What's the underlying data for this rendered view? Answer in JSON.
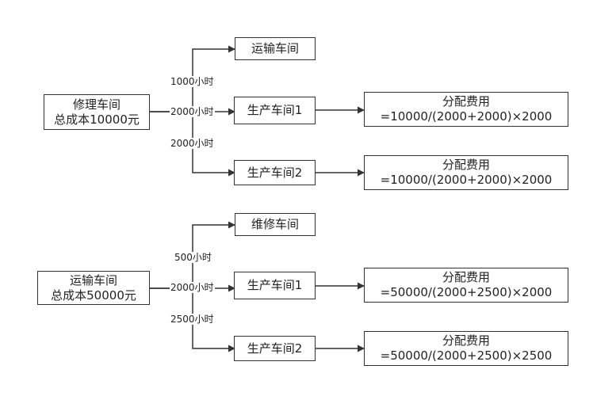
{
  "top": {
    "source": {
      "line1": "修理车间",
      "line2": "总成本10000元"
    },
    "targets": [
      {
        "name": "运输车间",
        "hours": "1000小时"
      },
      {
        "name": "生产车间1",
        "hours": "2000小时",
        "alloc_title": "分配费用",
        "alloc_formula": "=10000/(2000+2000)×2000"
      },
      {
        "name": "生产车间2",
        "hours": "2000小时",
        "alloc_title": "分配费用",
        "alloc_formula": "=10000/(2000+2000)×2000"
      }
    ]
  },
  "bottom": {
    "source": {
      "line1": "运输车间",
      "line2": "总成本50000元"
    },
    "targets": [
      {
        "name": "维修车间",
        "hours": "500小时"
      },
      {
        "name": "生产车间1",
        "hours": "2000小时",
        "alloc_title": "分配费用",
        "alloc_formula": "=50000/(2000+2500)×2000"
      },
      {
        "name": "生产车间2",
        "hours": "2500小时",
        "alloc_title": "分配费用",
        "alloc_formula": "=50000/(2000+2500)×2500"
      }
    ]
  }
}
